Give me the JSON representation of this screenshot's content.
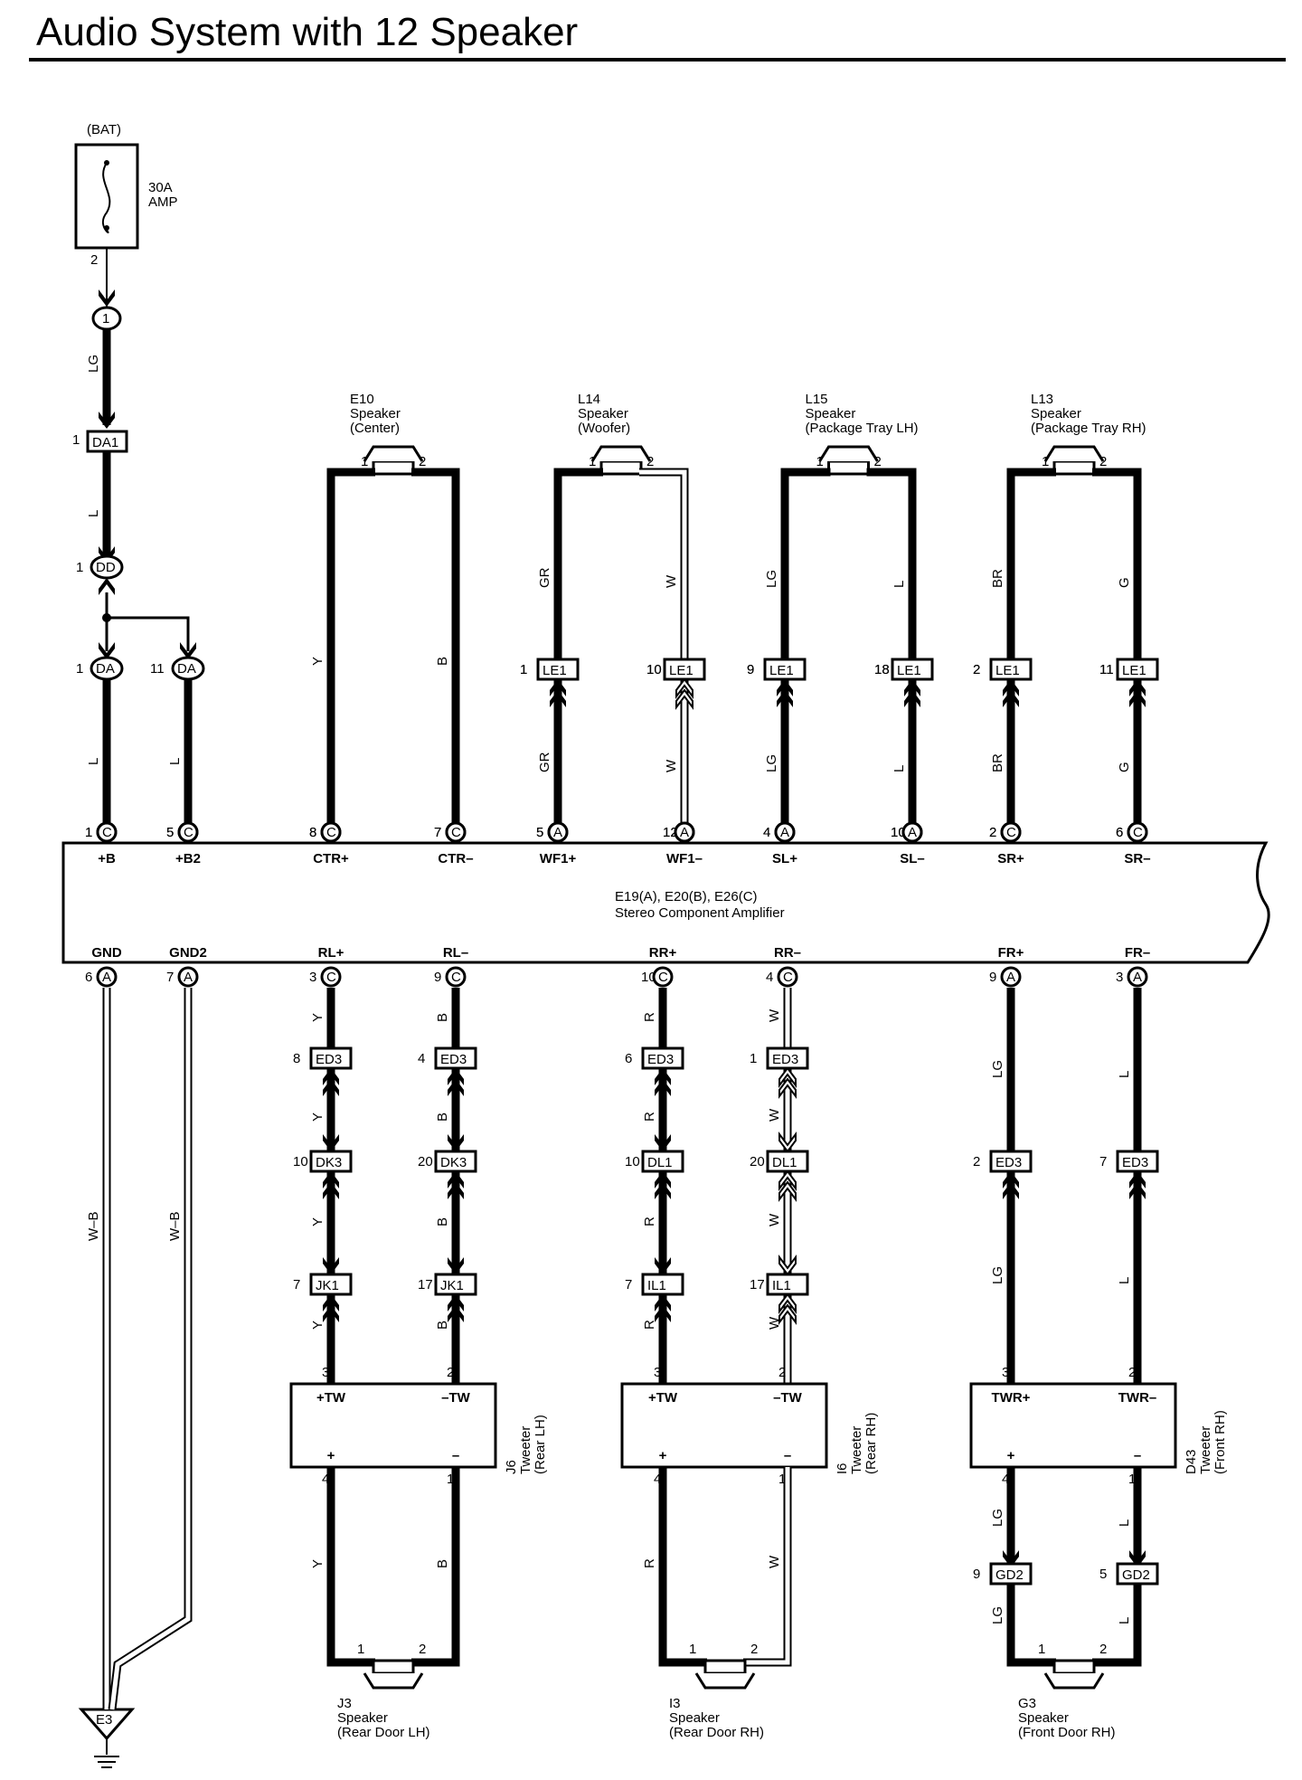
{
  "title": "Audio System with 12 Speaker",
  "power": {
    "bat": "(BAT)",
    "fuse_amp": "30A",
    "fuse_name": "AMP",
    "fuse_pin": "2",
    "j1_pin": "1",
    "wire1": "LG",
    "da1_pin": "1",
    "da1": "DA1",
    "wire2": "L",
    "dd_pin": "1",
    "dd": "DD",
    "da_b_pin": "1",
    "da_b": "DA",
    "da_b2_pin": "11",
    "da_b2": "DA",
    "wire_b": "L",
    "wire_b2": "L"
  },
  "amplifier": {
    "name_line1": "E19(A), E20(B), E26(C)",
    "name_line2": "Stereo Component Amplifier",
    "top_terminals": [
      {
        "label": "+B",
        "pin": "1",
        "conn": "C"
      },
      {
        "label": "+B2",
        "pin": "5",
        "conn": "C"
      },
      {
        "label": "CTR+",
        "pin": "8",
        "conn": "C"
      },
      {
        "label": "CTR–",
        "pin": "7",
        "conn": "C"
      },
      {
        "label": "WF1+",
        "pin": "5",
        "conn": "A"
      },
      {
        "label": "WF1–",
        "pin": "12",
        "conn": "A"
      },
      {
        "label": "SL+",
        "pin": "4",
        "conn": "A"
      },
      {
        "label": "SL–",
        "pin": "10",
        "conn": "A"
      },
      {
        "label": "SR+",
        "pin": "2",
        "conn": "C"
      },
      {
        "label": "SR–",
        "pin": "6",
        "conn": "C"
      }
    ],
    "bottom_terminals": [
      {
        "label": "GND",
        "pin": "6",
        "conn": "A"
      },
      {
        "label": "GND2",
        "pin": "7",
        "conn": "A"
      },
      {
        "label": "RL+",
        "pin": "3",
        "conn": "C"
      },
      {
        "label": "RL–",
        "pin": "9",
        "conn": "C"
      },
      {
        "label": "RR+",
        "pin": "10",
        "conn": "C"
      },
      {
        "label": "RR–",
        "pin": "4",
        "conn": "C"
      },
      {
        "label": "FR+",
        "pin": "9",
        "conn": "A"
      },
      {
        "label": "FR–",
        "pin": "3",
        "conn": "A"
      }
    ]
  },
  "top_speakers": [
    {
      "code": "E10",
      "line1": "Speaker",
      "line2": "(Center)",
      "pin1": "1",
      "pin2": "2",
      "wire1": "Y",
      "wire2": "B"
    },
    {
      "code": "L14",
      "line1": "Speaker",
      "line2": "(Woofer)",
      "pin1": "1",
      "pin2": "2",
      "wire1": "GR",
      "wire2": "W",
      "le1": [
        {
          "pin": "1",
          "name": "LE1"
        },
        {
          "pin": "10",
          "name": "LE1"
        }
      ],
      "wire1b": "GR",
      "wire2b": "W"
    },
    {
      "code": "L15",
      "line1": "Speaker",
      "line2": "(Package Tray LH)",
      "pin1": "1",
      "pin2": "2",
      "wire1": "LG",
      "wire2": "L",
      "le1": [
        {
          "pin": "9",
          "name": "LE1"
        },
        {
          "pin": "18",
          "name": "LE1"
        }
      ],
      "wire1b": "LG",
      "wire2b": "L"
    },
    {
      "code": "L13",
      "line1": "Speaker",
      "line2": "(Package Tray RH)",
      "pin1": "1",
      "pin2": "2",
      "wire1": "BR",
      "wire2": "G",
      "le1": [
        {
          "pin": "2",
          "name": "LE1"
        },
        {
          "pin": "11",
          "name": "LE1"
        }
      ],
      "wire1b": "BR",
      "wire2b": "G"
    }
  ],
  "rear_lh": {
    "wire_a": "Y",
    "wire_b": "B",
    "ed3": [
      {
        "pin": "8",
        "name": "ED3"
      },
      {
        "pin": "4",
        "name": "ED3"
      }
    ],
    "dk3": [
      {
        "pin": "10",
        "name": "DK3"
      },
      {
        "pin": "20",
        "name": "DK3"
      }
    ],
    "jk1": [
      {
        "pin": "7",
        "name": "JK1"
      },
      {
        "pin": "17",
        "name": "JK1"
      }
    ],
    "tweeter_pins_top": [
      "3",
      "2"
    ],
    "tweeter_top": [
      "+TW",
      "–TW"
    ],
    "tweeter_bottom": [
      "+",
      "–"
    ],
    "tweeter_pins_bottom": [
      "4",
      "1"
    ],
    "tweeter_code": "J6",
    "tweeter_name": "Tweeter",
    "tweeter_pos": "(Rear LH)",
    "speaker_pins": [
      "1",
      "2"
    ],
    "speaker_code": "J3",
    "speaker_line1": "Speaker",
    "speaker_line2": "(Rear Door LH)"
  },
  "rear_rh": {
    "wire_a": "R",
    "wire_b": "W",
    "ed3": [
      {
        "pin": "6",
        "name": "ED3"
      },
      {
        "pin": "1",
        "name": "ED3"
      }
    ],
    "dl1": [
      {
        "pin": "10",
        "name": "DL1"
      },
      {
        "pin": "20",
        "name": "DL1"
      }
    ],
    "il1": [
      {
        "pin": "7",
        "name": "IL1"
      },
      {
        "pin": "17",
        "name": "IL1"
      }
    ],
    "tweeter_pins_top": [
      "3",
      "2"
    ],
    "tweeter_top": [
      "+TW",
      "–TW"
    ],
    "tweeter_bottom": [
      "+",
      "–"
    ],
    "tweeter_pins_bottom": [
      "4",
      "1"
    ],
    "tweeter_code": "I6",
    "tweeter_name": "Tweeter",
    "tweeter_pos": "(Rear RH)",
    "speaker_pins": [
      "1",
      "2"
    ],
    "speaker_code": "I3",
    "speaker_line1": "Speaker",
    "speaker_line2": "(Rear Door RH)"
  },
  "front_rh": {
    "wire_a": "LG",
    "wire_b": "L",
    "ed3": [
      {
        "pin": "2",
        "name": "ED3"
      },
      {
        "pin": "7",
        "name": "ED3"
      }
    ],
    "tweeter_pins_top": [
      "3",
      "2"
    ],
    "tweeter_top": [
      "TWR+",
      "TWR–"
    ],
    "tweeter_bottom": [
      "+",
      "–"
    ],
    "tweeter_pins_bottom": [
      "4",
      "1"
    ],
    "tweeter_code": "D43",
    "tweeter_name": "Tweeter",
    "tweeter_pos": "(Front RH)",
    "gd2": [
      {
        "pin": "9",
        "name": "GD2"
      },
      {
        "pin": "5",
        "name": "GD2"
      }
    ],
    "speaker_pins": [
      "1",
      "2"
    ],
    "speaker_code": "G3",
    "speaker_line1": "Speaker",
    "speaker_line2": "(Front Door RH)"
  },
  "ground": {
    "wire_gnd": "W–B",
    "wire_gnd2": "W–B",
    "point": "E3"
  }
}
